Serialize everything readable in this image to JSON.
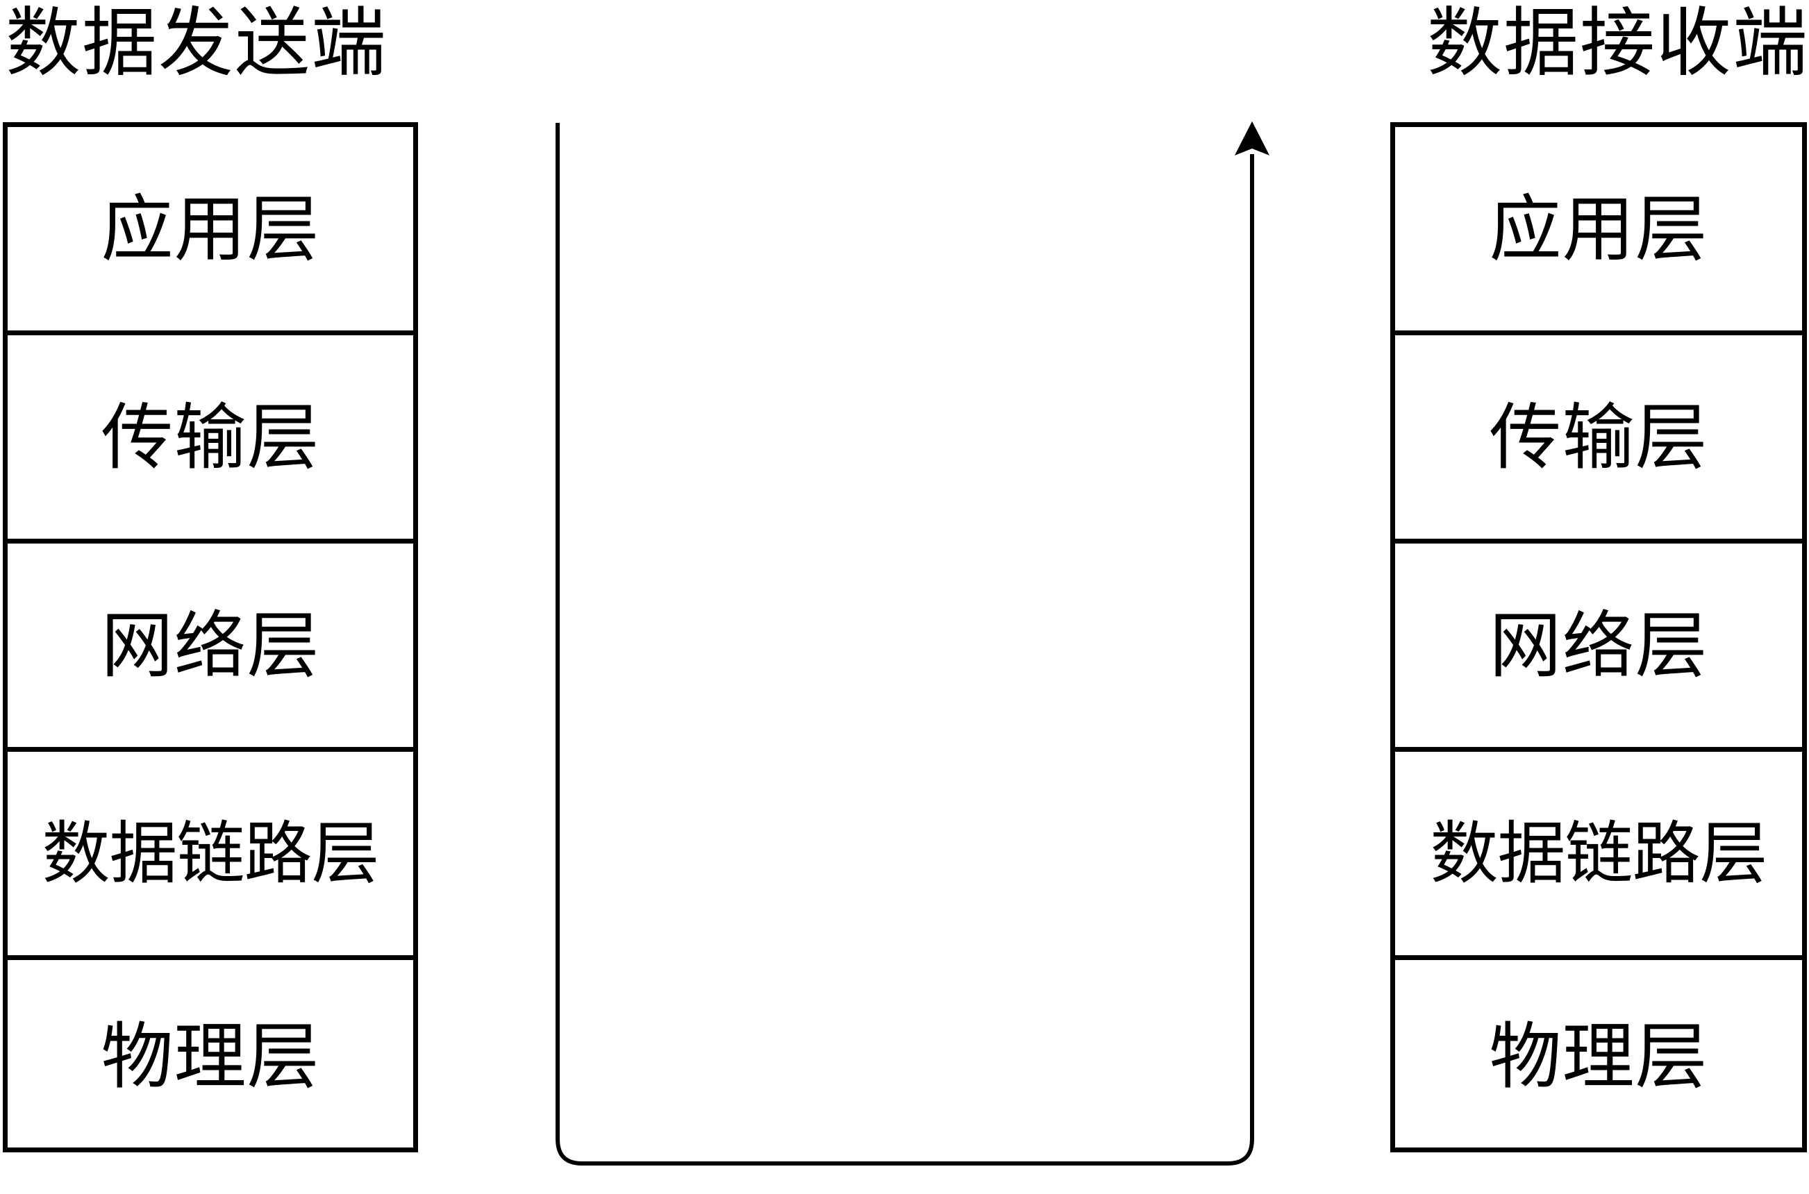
{
  "diagram": {
    "title_left": "数据发送端",
    "title_right": "数据接收端",
    "stroke_color": "#000000",
    "background_color": "#ffffff",
    "sender": {
      "heading": "数据发送端",
      "layers": [
        {
          "label": "应用层"
        },
        {
          "label": "传输层"
        },
        {
          "label": "网络层"
        },
        {
          "label": "数据链路层"
        },
        {
          "label": "物理层"
        }
      ]
    },
    "receiver": {
      "heading": "数据接收端",
      "layers": [
        {
          "label": "应用层"
        },
        {
          "label": "传输层"
        },
        {
          "label": "网络层"
        },
        {
          "label": "数据链路层"
        },
        {
          "label": "物理层"
        }
      ]
    },
    "flow": {
      "icon": "up-arrow-icon",
      "direction": "sender-to-receiver",
      "shape": "u-shaped-path-with-arrowhead",
      "arrow_head_at": "top-right"
    }
  }
}
